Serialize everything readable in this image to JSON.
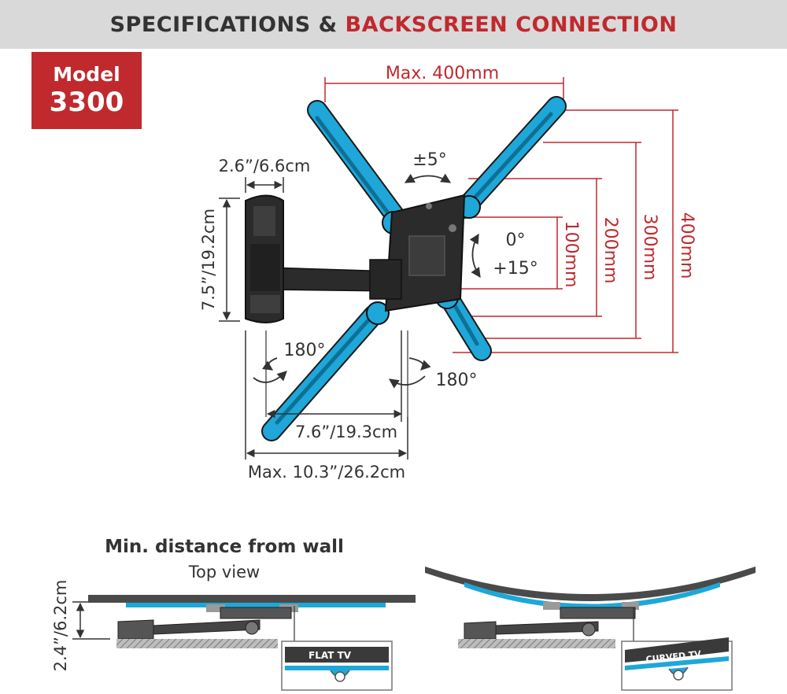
{
  "header": {
    "title_part1": "SPECIFICATIONS & ",
    "title_part2": "BACKSCREEN CONNECTION"
  },
  "model": {
    "label": "Model",
    "number": "3300"
  },
  "dimensions": {
    "max_width": "Max. 400mm",
    "wall_plate_width": "2.6”/6.6cm",
    "wall_plate_height": "7.5”/19.2cm",
    "swivel_angle": "±5°",
    "tilt_top": "0°",
    "tilt_bottom": "+15°",
    "vesa_100": "100mm",
    "vesa_200": "200mm",
    "vesa_300": "300mm",
    "vesa_400": "400mm",
    "rotation_left": "180°",
    "rotation_right": "180°",
    "arm_reach": "7.6”/19.3cm",
    "max_reach": "Max. 10.3”/26.2cm"
  },
  "wall_distance": {
    "title": "Min. distance from wall",
    "subtitle": "Top view",
    "depth": "2.4”/6.2cm",
    "flat_label": "FLAT TV",
    "curved_label": "CURVED TV"
  },
  "colors": {
    "accent_red": "#c0292d",
    "bracket_blue": "#1ea7d8",
    "mount_dark": "#2b2b2b",
    "header_bg": "#d9d9d9"
  }
}
